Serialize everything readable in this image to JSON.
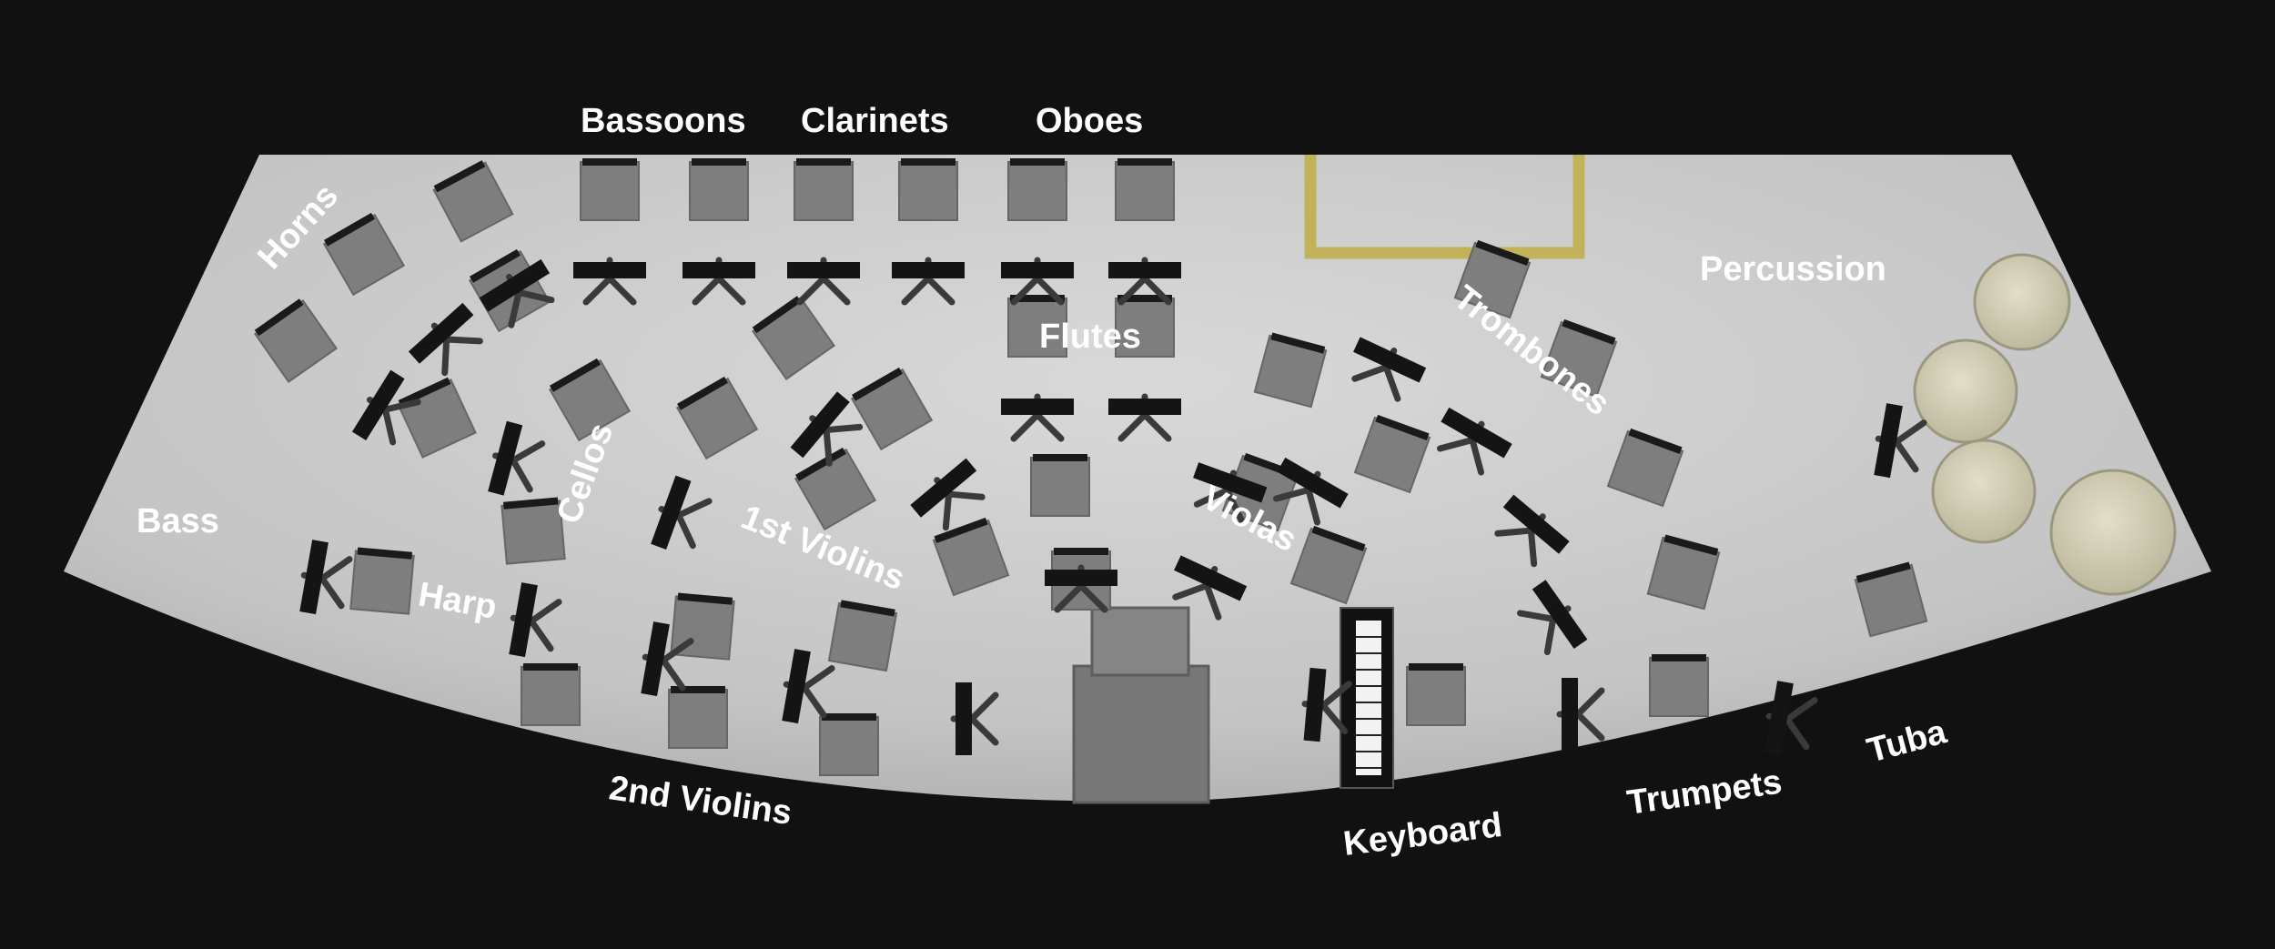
{
  "colors": {
    "background": "#111111",
    "stage_floor": "#c8c8c8",
    "chair": "#7e7e7e",
    "music_stand": "#141414",
    "podium_rectangle": "#c2b35a",
    "timpani": "#d6d3bd",
    "label_text": "#ffffff"
  },
  "sections": {
    "horns": "Horns",
    "bassoons": "Bassoons",
    "clarinets": "Clarinets",
    "oboes": "Oboes",
    "flutes": "Flutes",
    "percussion": "Percussion",
    "trombones": "Trombones",
    "cellos": "Cellos",
    "bass": "Bass",
    "first_violins": "1st Violins",
    "violas": "Violas",
    "harp": "Harp",
    "second_violins": "2nd Violins",
    "keyboard": "Keyboard",
    "trumpets": "Trumpets",
    "tuba": "Tuba"
  }
}
